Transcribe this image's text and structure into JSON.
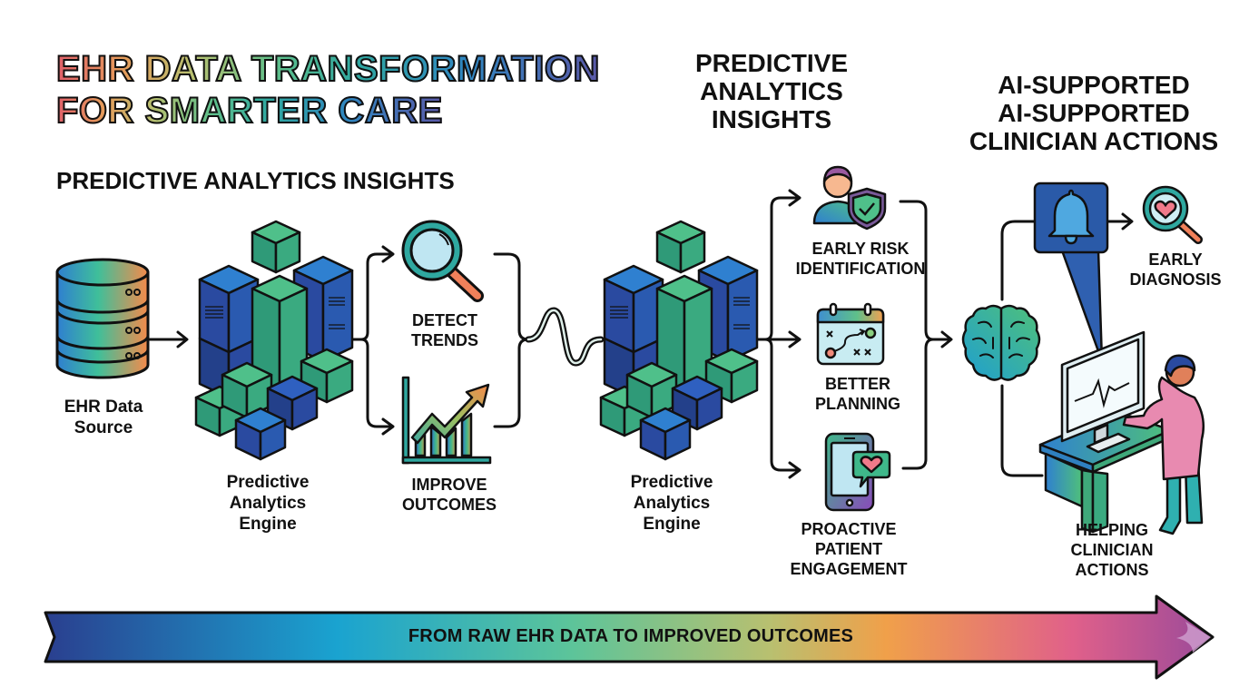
{
  "title": {
    "line1": "EHR DATA TRANSFORMATION",
    "line2": "FOR SMARTER CARE"
  },
  "left_section_heading": "PREDICTIVE ANALYTICS INSIGHTS",
  "middle_section_heading": {
    "line1": "PREDICTIVE",
    "line2": "ANALYTICS",
    "line3": "INSIGHTS"
  },
  "right_section_heading": {
    "line1": "AI-SUPPORTED",
    "line2": "AI-SUPPORTED",
    "line3": "CLINICIAN ACTIONS"
  },
  "nodes": {
    "data_source": {
      "line1": "EHR Data",
      "line2": "Source",
      "icon": "database-icon"
    },
    "engine_1": {
      "line1": "Predictive",
      "line2": "Analytics",
      "line3": "Engine",
      "icon": "server-cubes-icon"
    },
    "detect_trends": {
      "line1": "DETECT",
      "line2": "TRENDS",
      "icon": "magnifier-icon"
    },
    "improve_outcomes": {
      "line1": "IMPROVE",
      "line2": "OUTCOMES",
      "icon": "growth-chart-icon"
    },
    "engine_2": {
      "line1": "Predictive",
      "line2": "Analytics",
      "line3": "Engine",
      "icon": "server-cubes-icon"
    },
    "early_risk": {
      "line1": "EARLY RISK",
      "line2": "IDENTIFICATION",
      "icon": "person-shield-icon"
    },
    "better_planning": {
      "line1": "BETTER",
      "line2": "PLANNING",
      "icon": "calendar-plan-icon"
    },
    "proactive_engagement": {
      "line1": "PROACTIVE",
      "line2": "PATIENT",
      "line3": "ENGAGEMENT",
      "icon": "phone-heart-icon"
    },
    "ai_brain": {
      "icon": "brain-icon"
    },
    "alert": {
      "icon": "bell-icon"
    },
    "early_diagnosis": {
      "line1": "EARLY",
      "line2": "DIAGNOSIS",
      "icon": "heart-magnifier-icon"
    },
    "clinician": {
      "line1": "HELPING",
      "line2": "CLINICIAN",
      "line3": "ACTIONS",
      "icon": "clinician-workstation-icon"
    }
  },
  "banner": {
    "text": "FROM RAW EHR DATA TO IMPROVED OUTCOMES",
    "gradient": [
      "#2a3f8f",
      "#1aa3d0",
      "#5cc49a",
      "#f0a04a",
      "#e0608a",
      "#9a4a9a"
    ]
  },
  "colors": {
    "navy": "#2a4a9a",
    "blue": "#2f7fc0",
    "green": "#3fa87a",
    "teal": "#2fb0a8",
    "orange": "#f08a4a",
    "pink": "#e07aa8",
    "outline": "#111111"
  }
}
